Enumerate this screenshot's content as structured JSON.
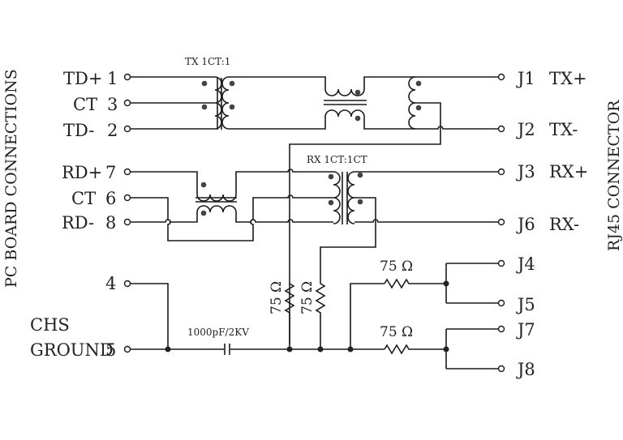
{
  "title_left": "PC BOARD CONNECTIONS",
  "title_right": "RJ45 CONNECTOR",
  "tx_transformer_label": "TX 1CT:1",
  "rx_transformer_label": "RX 1CT:1CT",
  "left_pins": [
    {
      "signal": "TD+",
      "pin": "1"
    },
    {
      "signal": "CT",
      "pin": "3"
    },
    {
      "signal": "TD-",
      "pin": "2"
    },
    {
      "signal": "RD+",
      "pin": "7"
    },
    {
      "signal": "CT",
      "pin": "6"
    },
    {
      "signal": "RD-",
      "pin": "8"
    },
    {
      "signal": "",
      "pin": "4"
    },
    {
      "signal": "CHS GROUND",
      "pin": "5"
    }
  ],
  "chs_label_line1": "CHS",
  "chs_label_line2": "GROUND",
  "right_pins": [
    {
      "pin": "J1",
      "signal": "TX+"
    },
    {
      "pin": "J2",
      "signal": "TX-"
    },
    {
      "pin": "J3",
      "signal": "RX+"
    },
    {
      "pin": "J6",
      "signal": "RX-"
    },
    {
      "pin": "J4",
      "signal": ""
    },
    {
      "pin": "J5",
      "signal": ""
    },
    {
      "pin": "J7",
      "signal": ""
    },
    {
      "pin": "J8",
      "signal": ""
    }
  ],
  "capacitor_label": "1000pF/2KV",
  "resistors": [
    {
      "id": "R1",
      "value": "75 Ω"
    },
    {
      "id": "R2",
      "value": "75 Ω"
    },
    {
      "id": "R3",
      "value": "75 Ω"
    },
    {
      "id": "R4",
      "value": "75 Ω"
    }
  ]
}
